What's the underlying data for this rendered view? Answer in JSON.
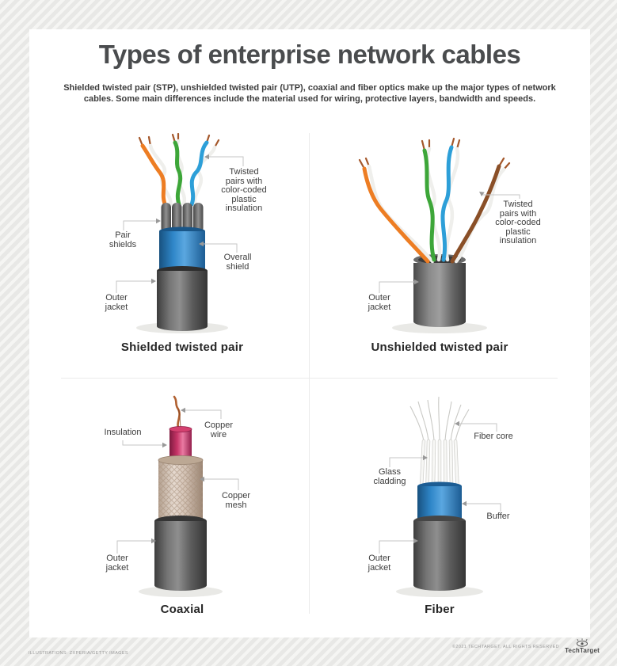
{
  "header": {
    "title": "Types of enterprise network cables",
    "subtitle": "Shielded twisted pair (STP), unshielded twisted pair (UTP), coaxial and fiber optics make up the major types of network cables. Some main differences include the material used for wiring, protective layers, bandwidth and speeds."
  },
  "quadrants": {
    "stp": {
      "title": "Shielded twisted pair",
      "labels": {
        "twisted_pairs": "Twisted\npairs with\ncolor-coded\nplastic\ninsulation",
        "pair_shields": "Pair\nshields",
        "overall_shield": "Overall\nshield",
        "outer_jacket": "Outer\njacket"
      }
    },
    "utp": {
      "title": "Unshielded twisted pair",
      "labels": {
        "twisted_pairs": "Twisted\npairs with\ncolor-coded\nplastic\ninsulation",
        "outer_jacket": "Outer\njacket"
      }
    },
    "coaxial": {
      "title": "Coaxial",
      "labels": {
        "insulation": "Insulation",
        "copper_wire": "Copper\nwire",
        "copper_mesh": "Copper\nmesh",
        "outer_jacket": "Outer\njacket"
      }
    },
    "fiber": {
      "title": "Fiber",
      "labels": {
        "fiber_core": "Fiber core",
        "glass_cladding": "Glass\ncladding",
        "buffer": "Buffer",
        "outer_jacket": "Outer\njacket"
      }
    }
  },
  "footer": {
    "credit_left": "ILLUSTRATIONS: ZXPERIA/GETTY IMAGES",
    "credit_right": "©2021 TECHTARGET, ALL RIGHTS RESERVED",
    "logo_text": "TechTarget"
  },
  "colors": {
    "wire_orange": "#ed7d23",
    "wire_green": "#3da639",
    "wire_blue": "#2d9fd8",
    "wire_brown": "#8a4f27",
    "wire_white": "#f5f5f5",
    "copper_tip": "#a4572a",
    "shield_blue": "#2a7cbf",
    "jacket_gray": "#555555",
    "insulation_pink": "#c02a5d",
    "mesh_tan": "#d6c6ba",
    "callout_line": "#c6c6c6",
    "title_text": "#4a4c4e"
  }
}
